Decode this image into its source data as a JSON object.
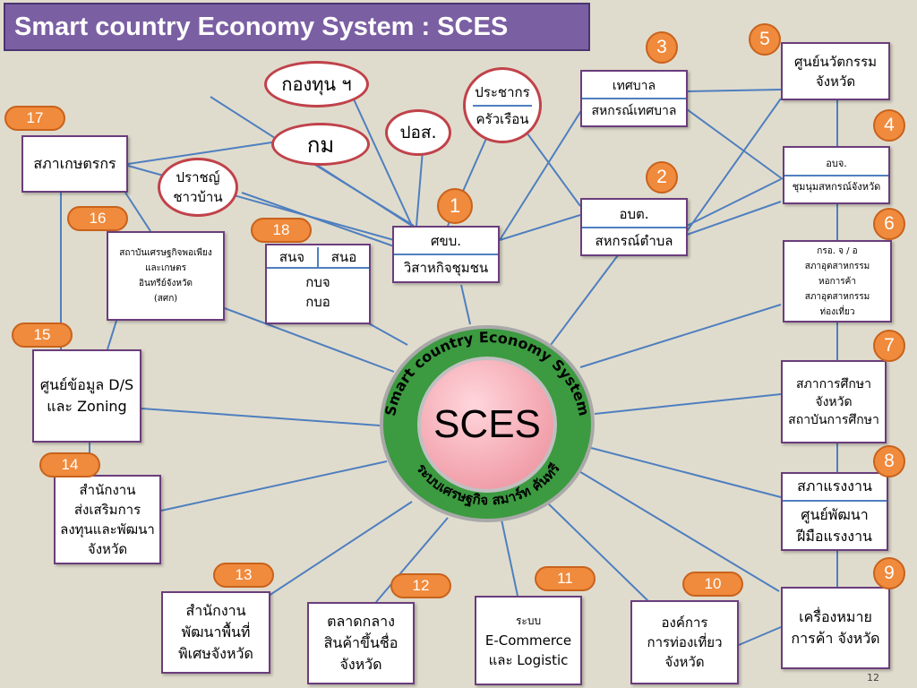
{
  "title": "Smart country  Economy  System : SCES",
  "center": {
    "label": "SCES",
    "ring_top": "Smart country  Economy  System",
    "ring_bottom": "ระบบเศรษฐกิจ สมาร์ท คันทรี"
  },
  "ovals": {
    "kongtun": "กองทุน ฯ",
    "kom": "กม",
    "prachakorn_1": "ประชากร",
    "prachakorn_2": "ครัวเรือน",
    "porsor": "ปอส."
  },
  "boxes": {
    "sapha_kaset": "สภาเกษตรกร",
    "prat": [
      "ปราชญ์",
      "ชาวบ้าน"
    ],
    "sathaban": [
      "สถาบันเศรษฐกิจพอเพียง",
      "และเกษตร",
      "อินทรีย์จังหวัด",
      "(สศก)"
    ],
    "sanjor": [
      "สนจ",
      "สนอ",
      "กบจ",
      "กบอ"
    ],
    "sorkhobor": [
      "ศขบ.",
      "วิสาหกิจชุมชน"
    ],
    "tessaban": [
      "เทศบาล",
      "สหกรณ์เทศบาล"
    ],
    "innovation": [
      "ศูนย์นวัตกรรม",
      "จังหวัด"
    ],
    "orbochor": [
      "อบจ.",
      "ชุมนุมสหกรณ์จังหวัด"
    ],
    "orbotor": [
      "อบต.",
      "สหกรณ์ตำบล"
    ],
    "korjor": [
      "กรอ. จ / อ",
      "สภาอุตสาหกรรม",
      "หอการค้า",
      "สภาอุตสาหกรรม",
      "ท่องเที่ยว"
    ],
    "data_center": [
      "ศูนย์ข้อมูล D/S",
      "และ Zoning"
    ],
    "education": [
      "สภาการศึกษา",
      "จังหวัด",
      "สถาบันการศึกษา"
    ],
    "labor": [
      "สภาแรงงาน",
      "ศูนย์พัฒนา",
      "ฝีมือแรงงาน"
    ],
    "investment": [
      "สำนักงาน",
      "ส่งเสริมการ",
      "ลงทุนและพัฒนา",
      "จังหวัด"
    ],
    "special_zone": [
      "สำนักงาน",
      "พัฒนาพื้นที่",
      "พิเศษจังหวัด"
    ],
    "market": [
      "ตลาดกลาง",
      "สินค้าขึ้นชื่อ",
      "จังหวัด"
    ],
    "ecommerce": [
      "ระบบ",
      "E-Commerce",
      "และ Logistic"
    ],
    "tourism": [
      "องค์การ",
      "การท่องเที่ยว",
      "จังหวัด"
    ],
    "trademark": [
      "เครื่องหมาย",
      "การค้า จังหวัด"
    ]
  },
  "badges": [
    "1",
    "2",
    "3",
    "4",
    "5",
    "6",
    "7",
    "8",
    "9",
    "10",
    "11",
    "12",
    "13",
    "14",
    "15",
    "16",
    "17",
    "18"
  ],
  "page_number": "12",
  "colors": {
    "background": "#e0dccd",
    "title_bg": "#7b5fa3",
    "connector": "#4f7fbf",
    "box_border": "#6a3d7c",
    "oval_border": "#c0424a",
    "badge": "#f08a3c",
    "ring": "#3c9a40",
    "core": "#f4a8b2"
  }
}
